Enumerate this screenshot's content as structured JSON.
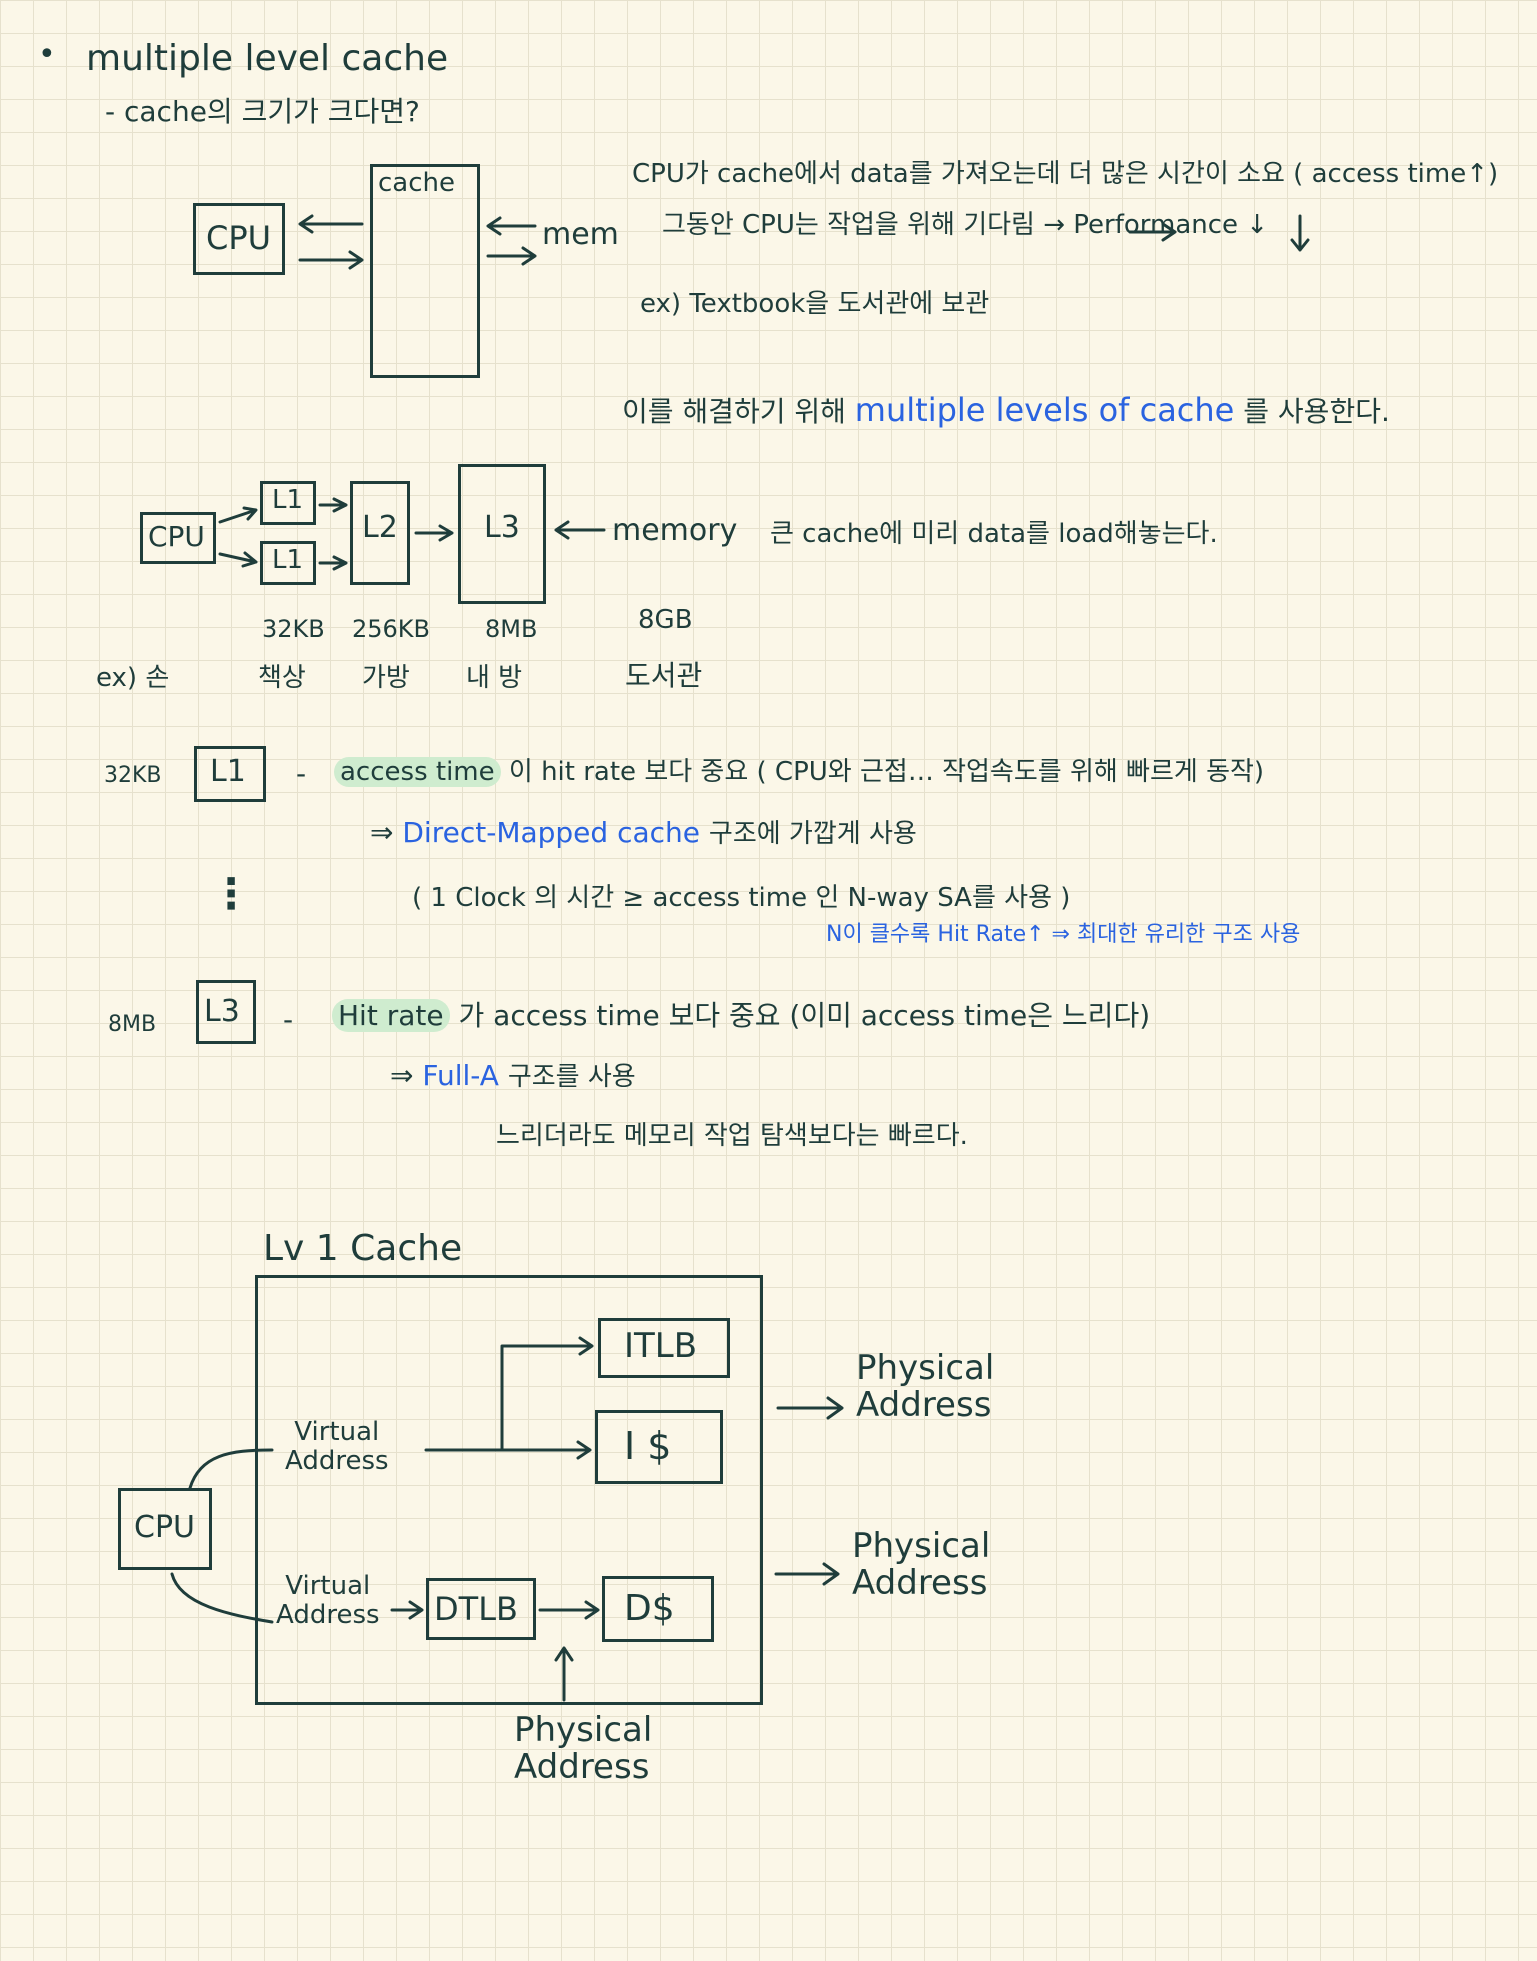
{
  "bullet": "•",
  "title": "multiple level cache",
  "sub1": "- cache의 크기가 크다면?",
  "diag1": {
    "cpu": "CPU",
    "cache": "cache",
    "mem": "mem"
  },
  "desc1": "CPU가 cache에서 data를 가져오는데 더 많은 시간이 소요 ( access time↑)",
  "desc2": "그동안 CPU는 작업을 위해 기다림 → Performance ↓",
  "desc3": "ex) Textbook을 도서관에 보관",
  "solve": {
    "prefix": "이를 해결하기 위해",
    "highlight": "multiple levels of cache",
    "suffix": "를 사용한다."
  },
  "diag2": {
    "cpu": "CPU",
    "l1a": "L1",
    "l1b": "L1",
    "l2": "L2",
    "l3": "L3",
    "memory": "memory",
    "note": "큰 cache에 미리 data를 load해놓는다.",
    "sizes": [
      "32KB",
      "256KB",
      "8MB",
      "8GB"
    ],
    "ex_label": "ex) 손",
    "places": [
      "책상",
      "가방",
      "내 방",
      "도서관"
    ]
  },
  "l1sec": {
    "size": "32KB",
    "box": "L1",
    "dash": "-",
    "highlight": "access time",
    "line": "이 hit rate 보다 중요 ( CPU와 근접… 작업속도를 위해 빠르게 동작)",
    "arrow": "⇒",
    "dm": "Direct-Mapped cache",
    "dm_suffix": "구조에 가깝게 사용",
    "line3": "( 1 Clock 의 시간 ≥ access time 인 N-way SA를 사용 )",
    "note": "N이 클수록 Hit Rate↑ ⇒ 최대한 유리한 구조 사용",
    "dots": "⋮"
  },
  "l3sec": {
    "size": "8MB",
    "box": "L3",
    "dash": "-",
    "highlight": "Hit rate",
    "line": "가 access time 보다 중요 (이미 access time은 느리다)",
    "arrow": "⇒",
    "fa": "Full-A",
    "fa_suffix": "구조를 사용",
    "line3": "느리더라도 메모리 작업 탐색보다는 빠르다."
  },
  "diag3": {
    "title": "Lv 1 Cache",
    "cpu": "CPU",
    "va1": "Virtual\nAddress",
    "va2": "Virtual\nAddress",
    "itlb": "ITLB",
    "icache": "I $",
    "dtlb": "DTLB",
    "dcache": "D$",
    "pa1": "Physical\nAddress",
    "pa2": "Physical\nAddress",
    "pa3": "Physical\nAddress"
  }
}
